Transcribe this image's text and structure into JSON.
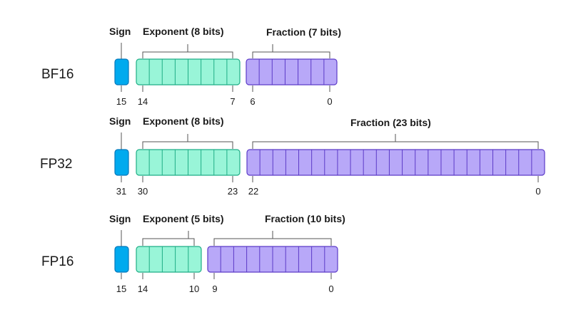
{
  "colors": {
    "sign_fill": "#00aaee",
    "sign_stroke": "#0077bb",
    "exponent_fill": "#99f5d8",
    "exponent_stroke": "#1fae86",
    "fraction_fill": "#b8a8f8",
    "fraction_stroke": "#5c3bc8"
  },
  "formats": [
    {
      "name": "BF16",
      "sign": {
        "label": "Sign",
        "bit": "15"
      },
      "exponent": {
        "label": "Exponent (8 bits)",
        "bits": 8,
        "high": "14",
        "low": "7"
      },
      "fraction": {
        "label": "Fraction (7 bits)",
        "bits": 7,
        "high": "6",
        "low": "0"
      }
    },
    {
      "name": "FP32",
      "sign": {
        "label": "Sign",
        "bit": "31"
      },
      "exponent": {
        "label": "Exponent (8 bits)",
        "bits": 8,
        "high": "30",
        "low": "23"
      },
      "fraction": {
        "label": "Fraction (23 bits)",
        "bits": 23,
        "high": "22",
        "low": "0"
      }
    },
    {
      "name": "FP16",
      "sign": {
        "label": "Sign",
        "bit": "15"
      },
      "exponent": {
        "label": "Exponent (5 bits)",
        "bits": 5,
        "high": "14",
        "low": "10"
      },
      "fraction": {
        "label": "Fraction (10 bits)",
        "bits": 10,
        "high": "9",
        "low": "0"
      }
    }
  ]
}
